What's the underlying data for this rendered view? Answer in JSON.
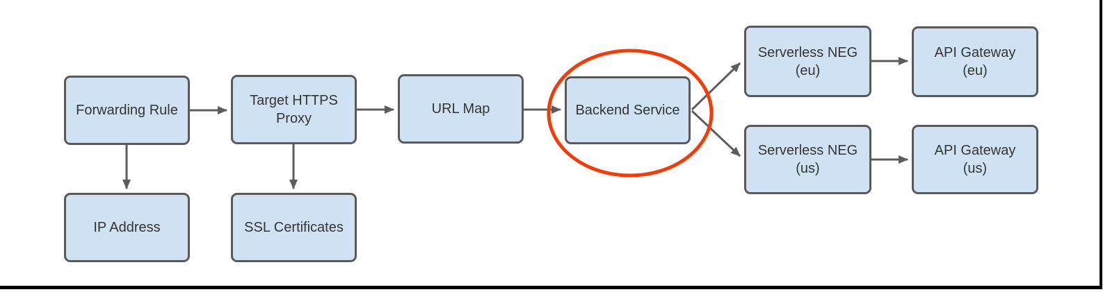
{
  "diagram": {
    "type": "flowchart",
    "colors": {
      "node_fill": "#cfe2f3",
      "node_border": "#595959",
      "arrow": "#5c5c5c",
      "highlight": "#f23c0a",
      "frame": "#000000",
      "text": "#343434"
    },
    "nodes": {
      "forwarding_rule": {
        "label": "Forwarding Rule"
      },
      "target_https_proxy": {
        "label": "Target HTTPS",
        "label2": "Proxy"
      },
      "url_map": {
        "label": "URL Map"
      },
      "backend_service": {
        "label": "Backend Service"
      },
      "serverless_neg_eu": {
        "label": "Serverless NEG",
        "label2": "(eu)"
      },
      "api_gateway_eu": {
        "label": "API Gateway",
        "label2": "(eu)"
      },
      "serverless_neg_us": {
        "label": "Serverless NEG",
        "label2": "(us)"
      },
      "api_gateway_us": {
        "label": "API Gateway",
        "label2": "(us)"
      },
      "ip_address": {
        "label": "IP Address"
      },
      "ssl_certificates": {
        "label": "SSL Certificates"
      }
    },
    "edges": [
      {
        "from": "forwarding-rule",
        "to": "target-https-proxy"
      },
      {
        "from": "forwarding-rule",
        "to": "ip-address"
      },
      {
        "from": "target-https-proxy",
        "to": "url-map"
      },
      {
        "from": "target-https-proxy",
        "to": "ssl-certificates"
      },
      {
        "from": "url-map",
        "to": "backend-service"
      },
      {
        "from": "backend-service",
        "to": "serverless-neg-eu"
      },
      {
        "from": "backend-service",
        "to": "serverless-neg-us"
      },
      {
        "from": "serverless-neg-eu",
        "to": "api-gateway-eu"
      },
      {
        "from": "serverless-neg-us",
        "to": "api-gateway-us"
      }
    ],
    "annotation": {
      "shape": "ellipse",
      "around": "backend-service",
      "color": "#f23c0a"
    }
  }
}
